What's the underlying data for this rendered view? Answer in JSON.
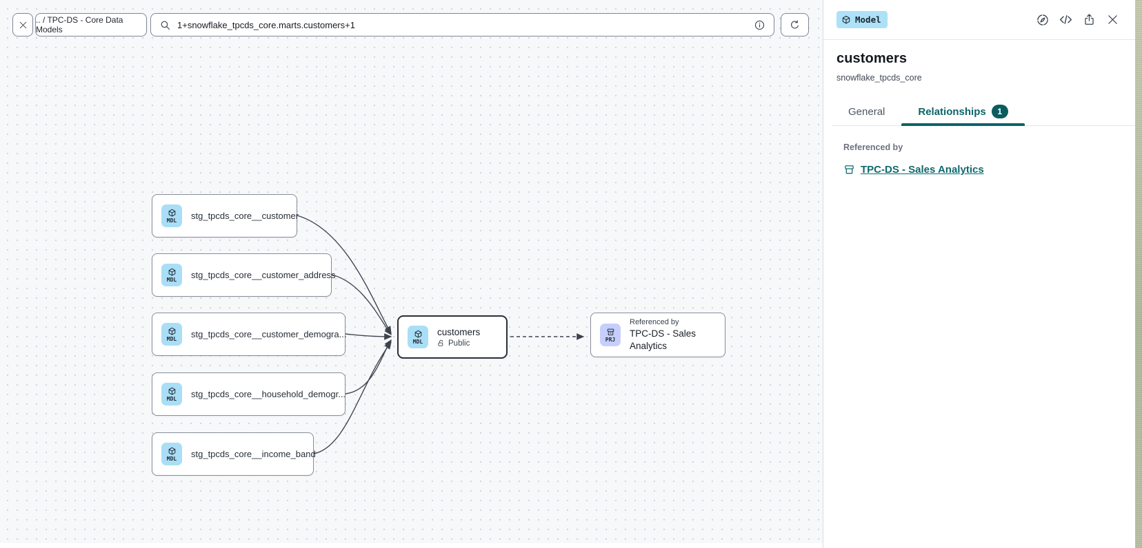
{
  "toolbar": {
    "breadcrumb": ".. / TPC-DS - Core Data Models",
    "search": {
      "value": "1+snowflake_tpcds_core.marts.customers+1"
    }
  },
  "panel": {
    "type_badge": "Model",
    "title": "customers",
    "subtitle": "snowflake_tpcds_core",
    "tabs": {
      "general": "General",
      "relationships": "Relationships",
      "relationships_count": "1"
    },
    "referenced_by_label": "Referenced by",
    "referenced_by_link": "TPC-DS - Sales Analytics"
  },
  "canvas": {
    "model_icon_label": "MDL",
    "project_icon_label": "PRJ",
    "upstream_nodes": [
      {
        "label": "stg_tpcds_core__customer"
      },
      {
        "label": "stg_tpcds_core__customer_address"
      },
      {
        "label": "stg_tpcds_core__customer_demogra..."
      },
      {
        "label": "stg_tpcds_core__household_demogr..."
      },
      {
        "label": "stg_tpcds_core__income_band"
      }
    ],
    "selected_node": {
      "title": "customers",
      "visibility": "Public"
    },
    "referenced_node": {
      "kicker": "Referenced by",
      "title": "TPC-DS - Sales Analytics"
    }
  },
  "colors": {
    "accent_teal": "#0d6468",
    "count_badge_bg": "#0a5c60",
    "model_badge_bg": "#ade1f8",
    "model_icon_bg": "#a9def6",
    "project_icon_bg": "#c6cffc",
    "canvas_bg": "#f7f8fa",
    "selected_border": "#2a3038"
  }
}
